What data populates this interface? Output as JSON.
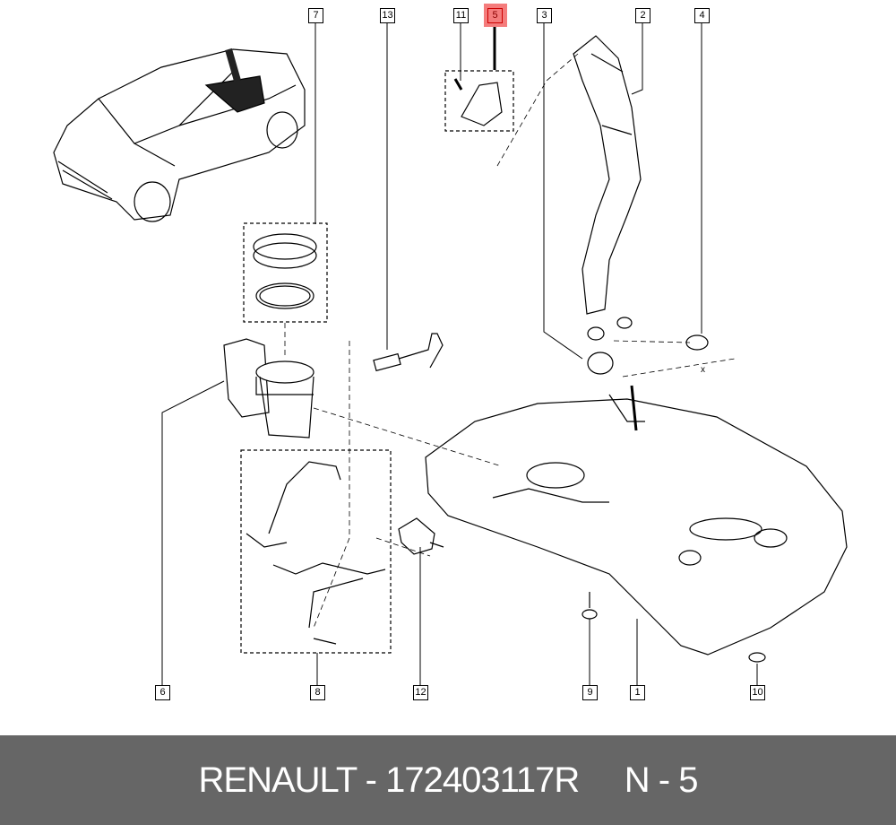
{
  "diagram": {
    "callouts": [
      {
        "id": "7",
        "label": "7"
      },
      {
        "id": "13",
        "label": "13"
      },
      {
        "id": "11",
        "label": "11"
      },
      {
        "id": "5",
        "label": "5",
        "highlighted": true
      },
      {
        "id": "3",
        "label": "3"
      },
      {
        "id": "2",
        "label": "2"
      },
      {
        "id": "4",
        "label": "4"
      },
      {
        "id": "6",
        "label": "6"
      },
      {
        "id": "8",
        "label": "8"
      },
      {
        "id": "12",
        "label": "12"
      },
      {
        "id": "9",
        "label": "9"
      },
      {
        "id": "1",
        "label": "1"
      },
      {
        "id": "10",
        "label": "10"
      }
    ],
    "dimension_mark": "x",
    "highlight_color": "#f47c7c"
  },
  "footer": {
    "brand": "RENAULT",
    "part_number": "172403117R",
    "position": "N - 5",
    "text": "RENAULT - 172403117R     N - 5",
    "background": "#666666"
  }
}
